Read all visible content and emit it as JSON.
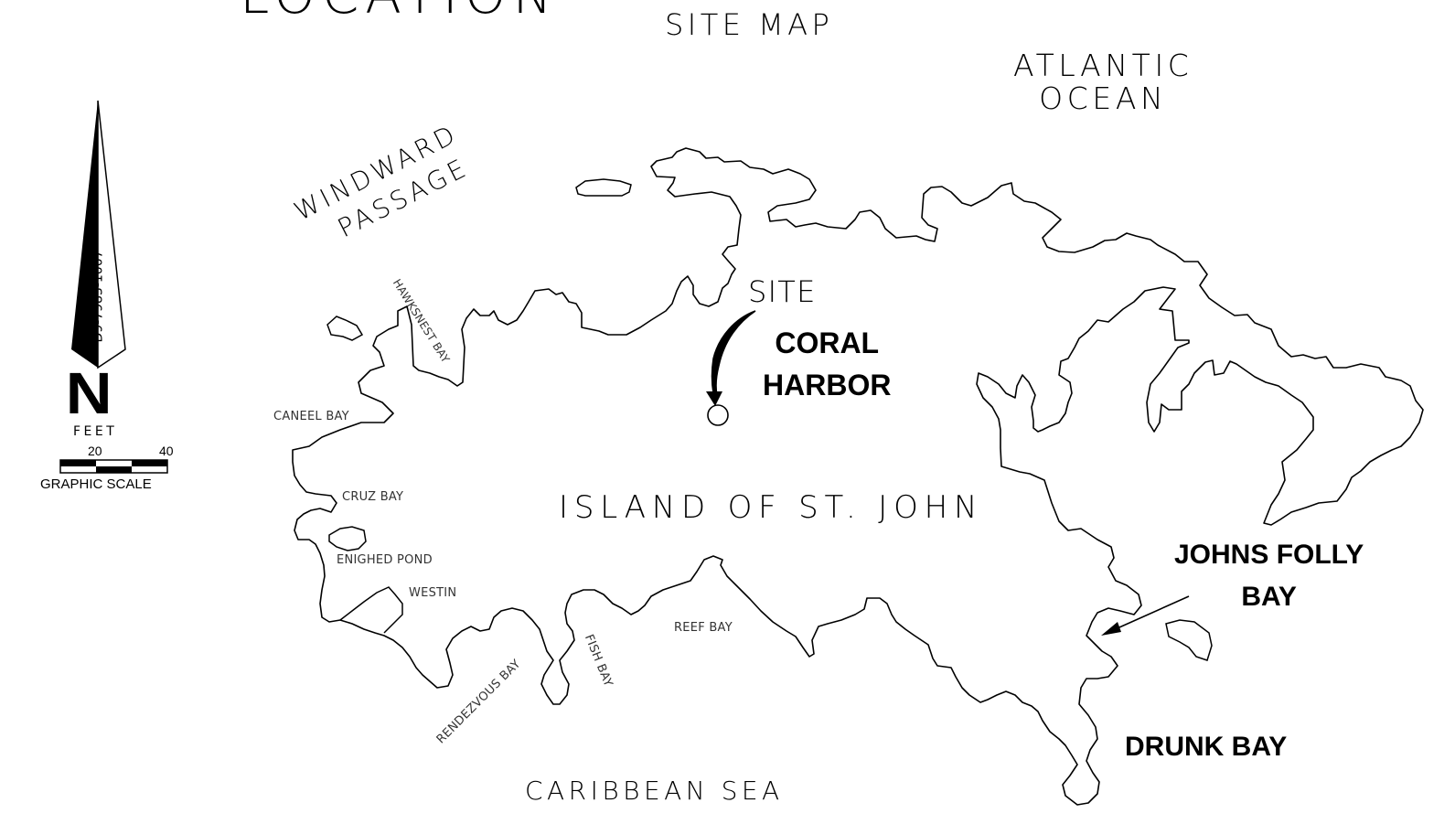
{
  "header": {
    "cut_title": "LOCATION",
    "site_map_title": "SITE MAP"
  },
  "water": {
    "atlantic_line1": "ATLANTIC",
    "atlantic_line2": "OCEAN",
    "windward_line1": "WINDWARD",
    "windward_line2": "PASSAGE",
    "caribbean": "CARIBBEAN SEA"
  },
  "island": {
    "name": "ISLAND OF ST. JOHN"
  },
  "site": {
    "label": "SITE",
    "place_line1": "CORAL",
    "place_line2": "HARBOR"
  },
  "bays": {
    "hawksnest": "HAWKSNEST BAY",
    "caneel": "CANEEL BAY",
    "cruz": "CRUZ BAY",
    "enighed": "ENIGHED POND",
    "westin": "WESTIN",
    "rendezvous": "RENDEZVOUS BAY",
    "fish": "FISH BAY",
    "reef": "REEF BAY",
    "johns_folly_line1": "JOHNS FOLLY",
    "johns_folly_line2": "BAY",
    "drunk": "DRUNK BAY"
  },
  "north_arrow": {
    "letter": "N",
    "drawing_number": "D9-7983-1007"
  },
  "scale": {
    "unit": "FEET",
    "tick_mid": "20",
    "tick_end": "40",
    "caption": "GRAPHIC SCALE"
  },
  "colors": {
    "ink": "#000000",
    "paper": "#ffffff",
    "minor_text": "#333333"
  }
}
